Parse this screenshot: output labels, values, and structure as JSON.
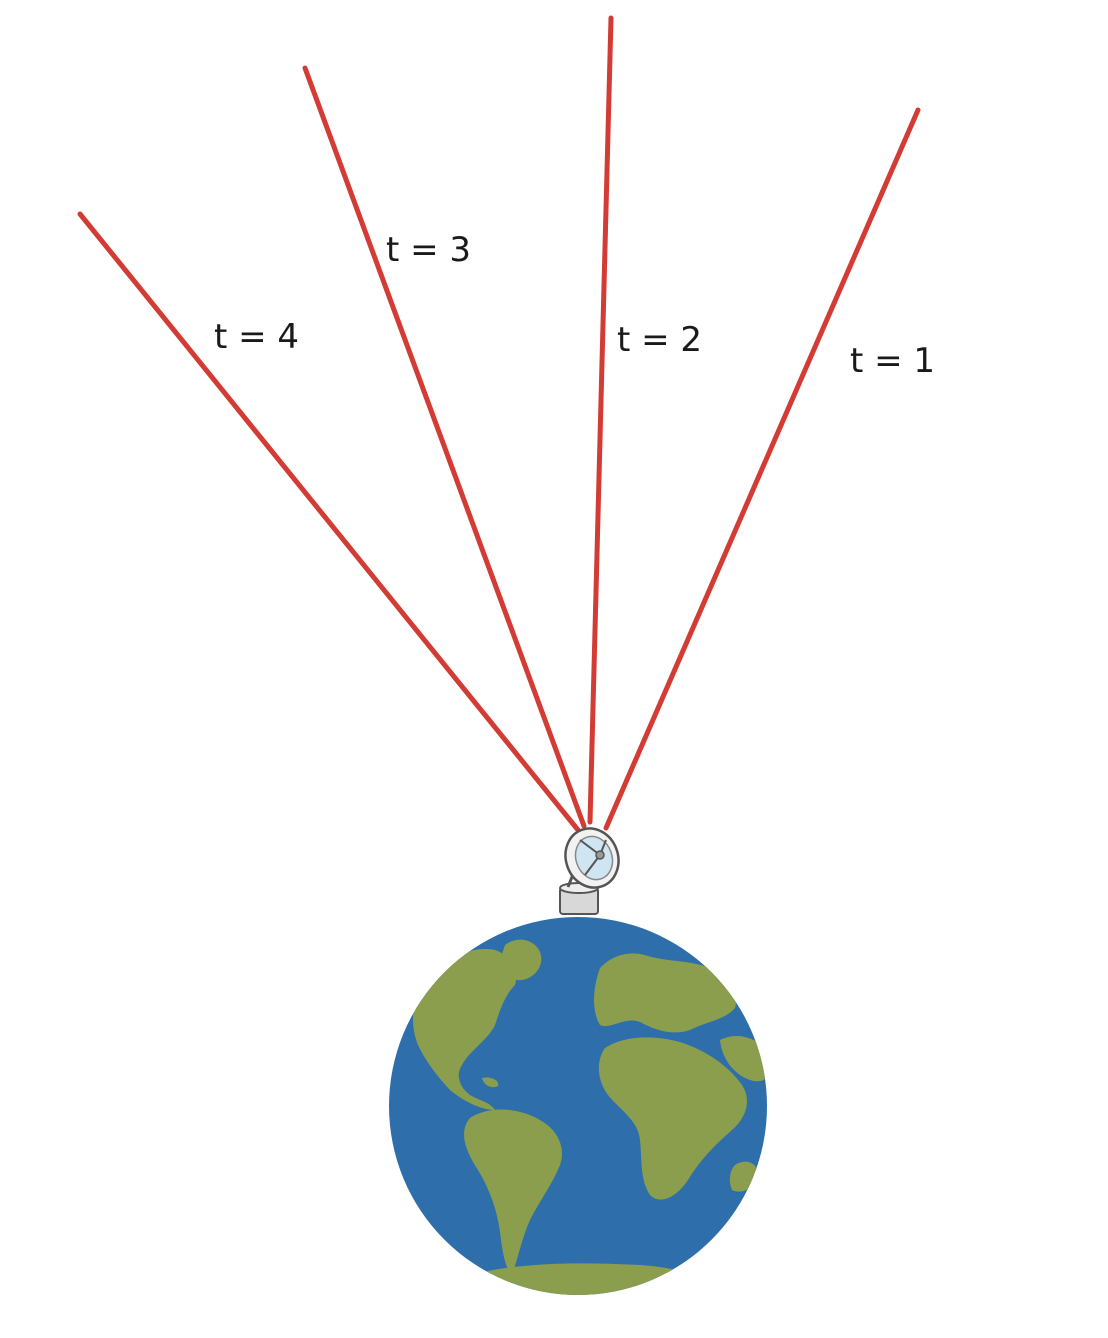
{
  "colors": {
    "beam": "#d33b35",
    "ocean": "#2e6eab",
    "land": "#8a9e4d",
    "antenna_body": "#e8e8e8",
    "antenna_outline": "#555555",
    "antenna_dish_tint": "#cfe6f2",
    "background": "#ffffff"
  },
  "icons": {
    "antenna": "radio-telescope-icon",
    "planet": "earth-globe-icon"
  },
  "beams": [
    {
      "label": "t = 1"
    },
    {
      "label": "t = 2"
    },
    {
      "label": "t = 3"
    },
    {
      "label": "t = 4"
    }
  ]
}
